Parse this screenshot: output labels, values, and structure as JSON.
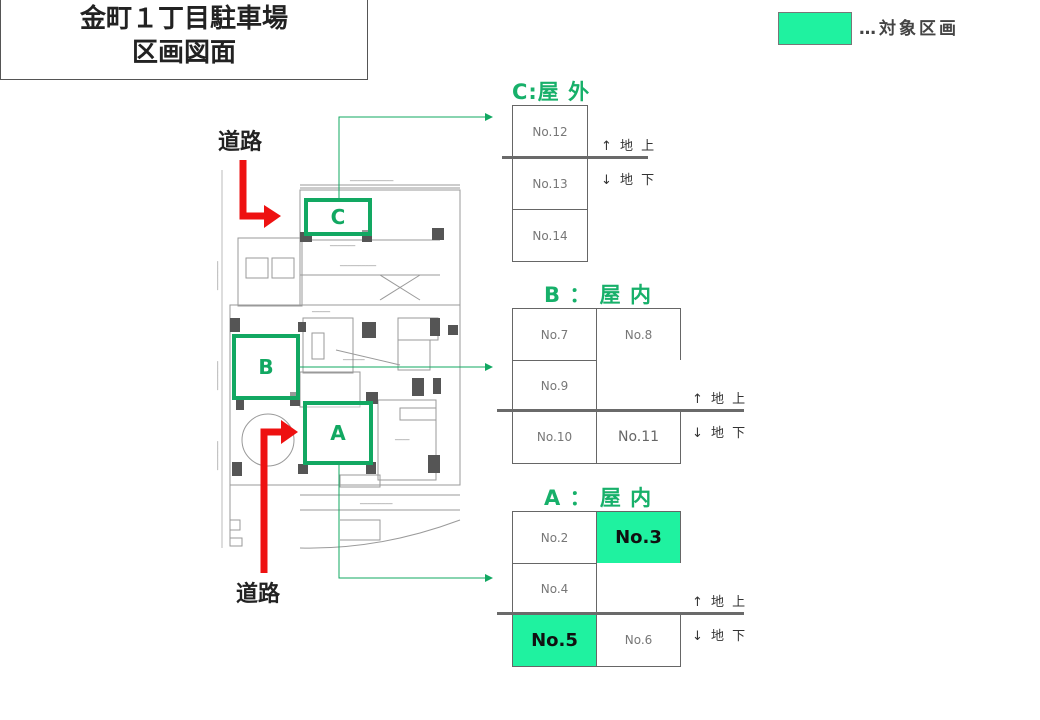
{
  "title": {
    "line1": "金町１丁目駐車場",
    "line2": "区画図面"
  },
  "legend": {
    "text": "…対象区画",
    "color": "#1ff2a0"
  },
  "roads": {
    "top": "道路",
    "bottom": "道路"
  },
  "zones": {
    "a": "A",
    "b": "B",
    "c": "C"
  },
  "sections": {
    "c": {
      "label": "C:屋 外",
      "above": "↑ 地 上",
      "below": "↓ 地 下",
      "cells": [
        "No.12",
        "No.13",
        "No.14"
      ]
    },
    "b": {
      "label": "B ： 屋 内",
      "above": "↑ 地 上",
      "below": "↓ 地 下",
      "cells": [
        "No.7",
        "No.8",
        "No.9",
        "No.10",
        "No.11"
      ]
    },
    "a": {
      "label": "A ： 屋 内",
      "above": "↑ 地 上",
      "below": "↓ 地 下",
      "cells": [
        "No.2",
        "No.3",
        "No.4",
        "No.5",
        "No.6"
      ],
      "targets": [
        "No.3",
        "No.5"
      ]
    }
  },
  "colors": {
    "accent_green": "#12a862",
    "target_fill": "#1ff2a0",
    "arrow_red": "#ee1111"
  }
}
